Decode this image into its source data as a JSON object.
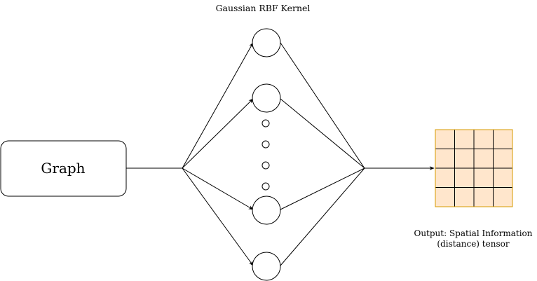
{
  "title": "Gaussian RBF Kernel",
  "input_node": {
    "label": "Graph"
  },
  "output": {
    "caption_line1": "Output: Spatial Information",
    "caption_line2": "(distance) tensor",
    "grid": {
      "rows": 4,
      "cols": 4,
      "fill": "#ffe6cc",
      "border": "#d79b00",
      "lines": "#000000"
    }
  },
  "rbf_nodes": {
    "count_drawn": 4,
    "ellipsis_dots": 4
  },
  "colors": {
    "stroke": "#000000",
    "background": "#ffffff"
  }
}
